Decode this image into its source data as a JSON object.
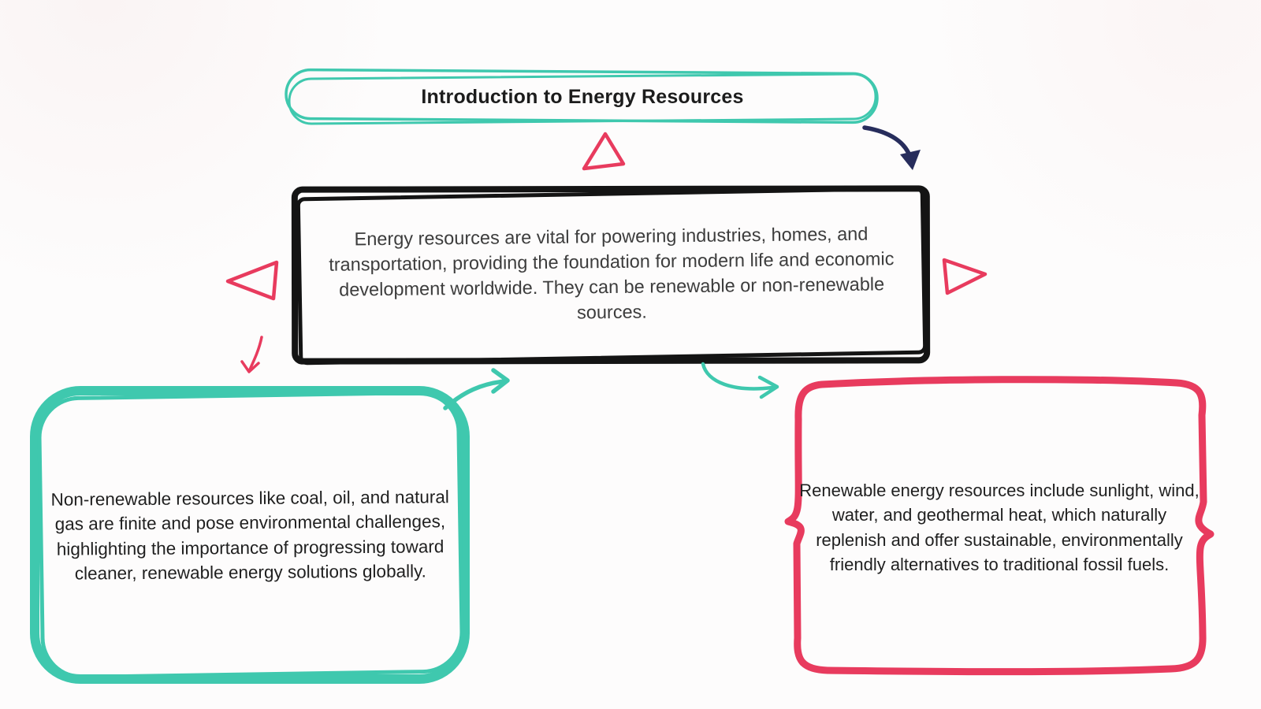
{
  "diagram": {
    "title_node": {
      "label": "Introduction to Energy Resources"
    },
    "overview_node": {
      "text": "Energy resources are vital for powering industries, homes, and transportation, providing the foundation for modern life and economic development worldwide. They can be renewable or non-renewable sources."
    },
    "nonrenewable_node": {
      "text": "Non-renewable resources like coal, oil, and natural gas are finite and pose environmental challenges, highlighting the importance of progressing toward cleaner, renewable energy solutions globally."
    },
    "renewable_node": {
      "text": "Renewable energy resources include sunlight, wind, water, and geothermal heat, which naturally replenish and offer sustainable, environmentally friendly alternatives to traditional fossil fuels."
    },
    "colors": {
      "teal": "#3fc8ae",
      "pink": "#e83b5e",
      "navy": "#272d5c",
      "ink": "#141414",
      "background": "#fdfcfc"
    }
  }
}
